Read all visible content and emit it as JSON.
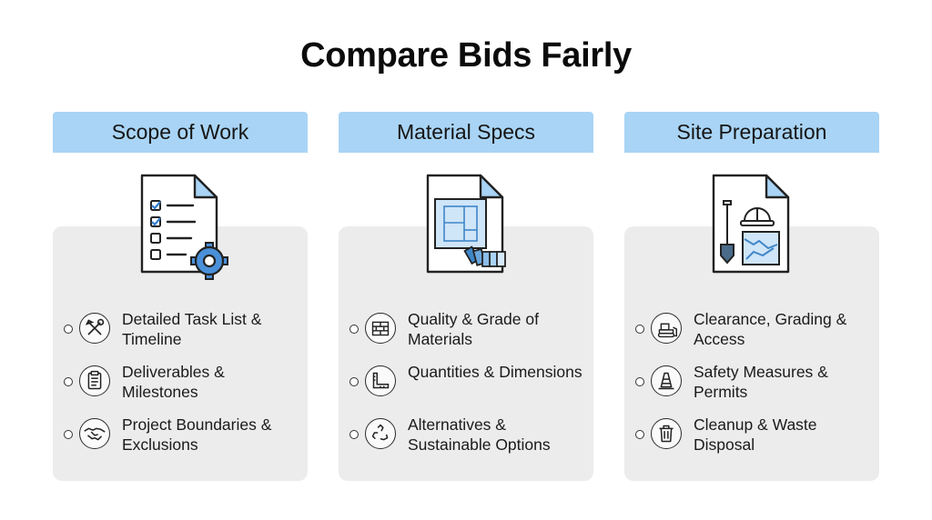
{
  "title": "Compare Bids Fairly",
  "columns": [
    {
      "header": "Scope of Work",
      "doc_icon": "checklist-document-gear-icon",
      "items": [
        {
          "icon": "tools-icon",
          "label": "Detailed Task List & Timeline"
        },
        {
          "icon": "clipboard-icon",
          "label": "Deliverables & Milestones"
        },
        {
          "icon": "handshake-icon",
          "label": "Project Boundaries & Exclusions"
        }
      ]
    },
    {
      "header": "Material Specs",
      "doc_icon": "blueprint-swatch-document-icon",
      "items": [
        {
          "icon": "bricks-icon",
          "label": "Quality & Grade of Materials"
        },
        {
          "icon": "ruler-icon",
          "label": "Quantities & Dimensions"
        },
        {
          "icon": "recycle-icon",
          "label": "Alternatives & Sustainable Options"
        }
      ]
    },
    {
      "header": "Site Preparation",
      "doc_icon": "shovel-hardhat-map-document-icon",
      "items": [
        {
          "icon": "bulldozer-icon",
          "label": "Clearance, Grading & Access"
        },
        {
          "icon": "traffic-cone-icon",
          "label": "Safety Measures & Permits"
        },
        {
          "icon": "trash-can-icon",
          "label": "Cleanup & Waste Disposal"
        }
      ]
    }
  ],
  "colors": {
    "header_bg": "#a9d4f5",
    "panel_bg": "#ececec",
    "accent_blue": "#7fb8e6",
    "outline": "#2a2a2a"
  }
}
